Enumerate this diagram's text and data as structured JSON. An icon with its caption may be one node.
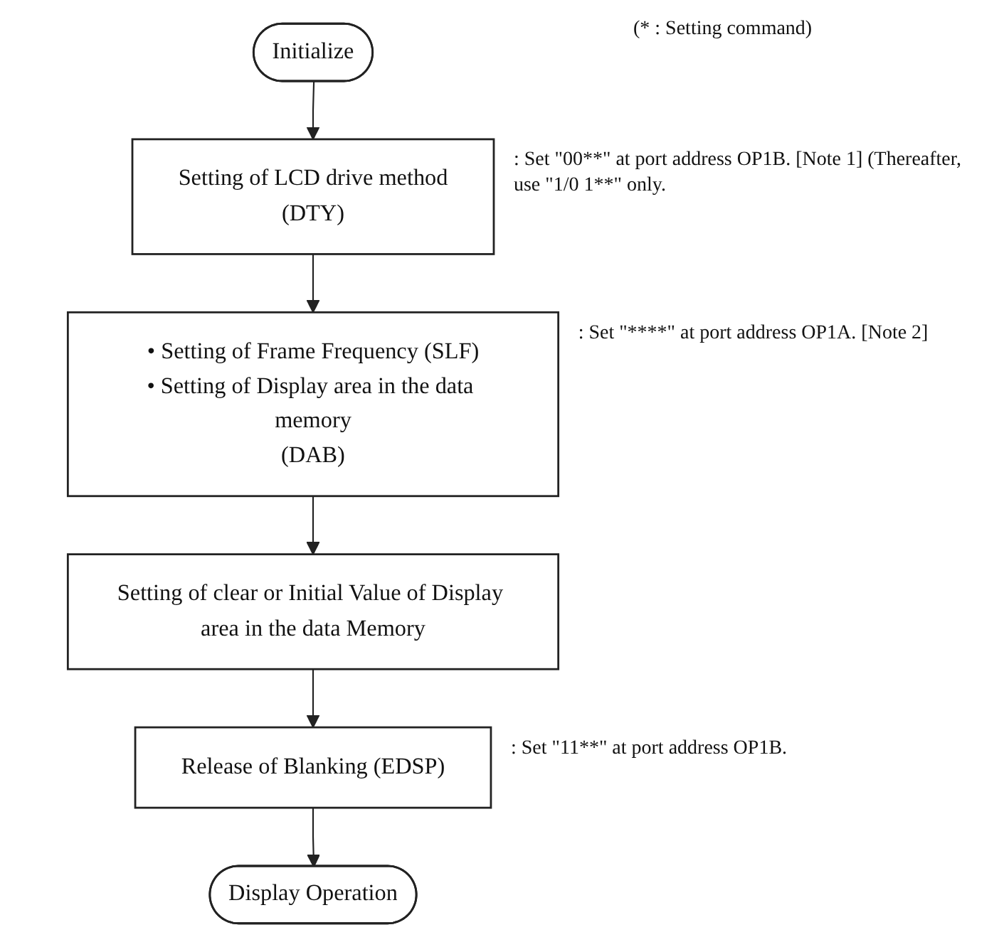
{
  "diagram": {
    "nodes": [
      {
        "text": [
          "Initialize"
        ]
      },
      {
        "text": [
          "Setting of LCD drive method",
          "(DTY)"
        ],
        "beside": [
          ": Set \"00**\" at port address OP1B. [Note 1] (Thereafter, use \"1/0 1**\" only."
        ]
      },
      {
        "text": [
          "• Setting of Frame Frequency (SLF)",
          "• Setting of Display area in the data memory",
          "(DAB)"
        ],
        "beside": [
          ": Set \"****\" at port address OP1A. [Note 2]"
        ]
      },
      {
        "text": [
          "Setting of clear or Initial Value of Display area in the data Memory"
        ]
      },
      {
        "text": [
          "Release of Blanking (EDSP)"
        ],
        "beside": [
          ": Set \"11**\" at port address OP1B."
        ]
      },
      {
        "text": [
          "Display Operation"
        ]
      }
    ],
    "edges": [
      {
        "from": 0,
        "to": 1,
        "arrow": "to"
      },
      {
        "from": 1,
        "to": 2,
        "arrow": "to"
      },
      {
        "from": 2,
        "to": 3,
        "arrow": "to"
      },
      {
        "from": 3,
        "to": 4,
        "arrow": "to"
      },
      {
        "from": 4,
        "to": 5,
        "arrow": "to"
      }
    ],
    "labels": [
      "(* : Setting command)"
    ]
  }
}
